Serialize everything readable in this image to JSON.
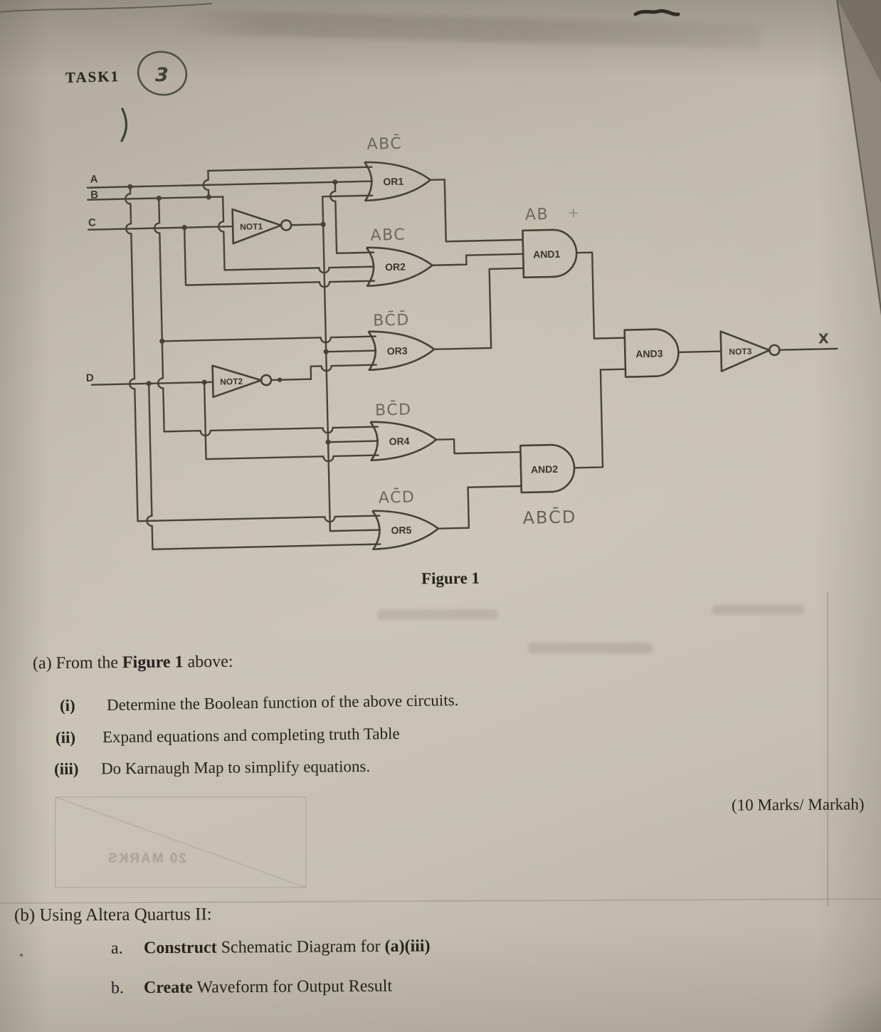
{
  "header": {
    "task_label": "TASK1",
    "score_mark": "3"
  },
  "figure": {
    "caption": "Figure 1",
    "inputs": {
      "a": "A",
      "b": "B",
      "c": "C",
      "d": "D"
    },
    "output": "X",
    "gates": {
      "or1": "OR1",
      "or2": "OR2",
      "or3": "OR3",
      "or4": "OR4",
      "or5": "OR5",
      "and1": "AND1",
      "and2": "AND2",
      "and3": "AND3",
      "not1": "NOT1",
      "not2": "NOT2",
      "not3": "NOT3"
    },
    "annotations": {
      "or1": "ABC̄",
      "or2": "ABC",
      "or3": "BC̄D̄",
      "or4": "BC̄D",
      "or5": "AC̄D",
      "and1": "AB",
      "and1_plus": "+",
      "and2": "ABC̄D"
    }
  },
  "section_a": {
    "prefix": "(a) From the ",
    "bold": "Figure 1",
    "suffix": " above:",
    "items": [
      {
        "num": "(i)",
        "text": "Determine the Boolean function of the above circuits."
      },
      {
        "num": "(ii)",
        "text": "Expand equations and completing truth Table"
      },
      {
        "num": "(iii)",
        "text": "Do Karnaugh Map to simplify equations."
      }
    ],
    "marks": "(10 Marks/ Markah)"
  },
  "section_b": {
    "label": "(b) Using Altera Quartus II:",
    "items": [
      {
        "num": "a.",
        "bold": "Construct",
        "mid": " Schematic Diagram for ",
        "bold2": "(a)(iii)"
      },
      {
        "num": "b.",
        "bold": "Create",
        "mid": " Waveform for Output Result",
        "bold2": ""
      }
    ]
  },
  "artifacts": {
    "show_through": "20 MARKS"
  }
}
